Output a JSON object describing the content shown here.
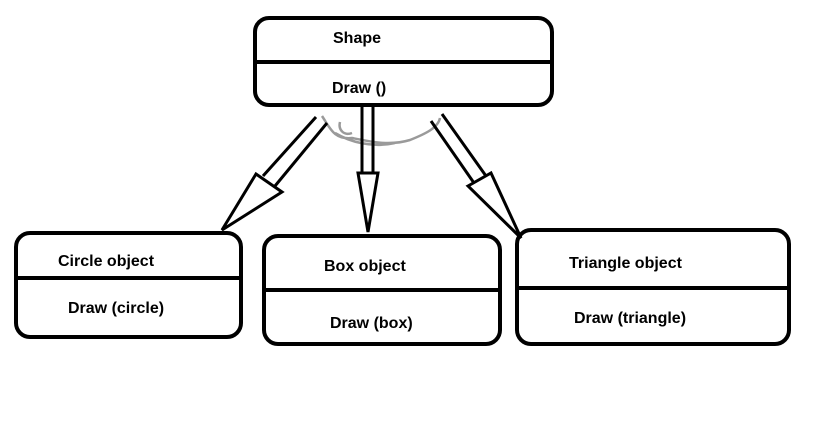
{
  "colors": {
    "line": "#000000",
    "scribble": "#9a9a9a",
    "background": "#ffffff"
  },
  "parent": {
    "name": "Shape",
    "method": "Draw ()"
  },
  "children": [
    {
      "name": "Circle object",
      "method": "Draw (circle)"
    },
    {
      "name": "Box object",
      "method": "Draw (box)"
    },
    {
      "name": "Triangle object",
      "method": "Draw (triangle)"
    }
  ]
}
